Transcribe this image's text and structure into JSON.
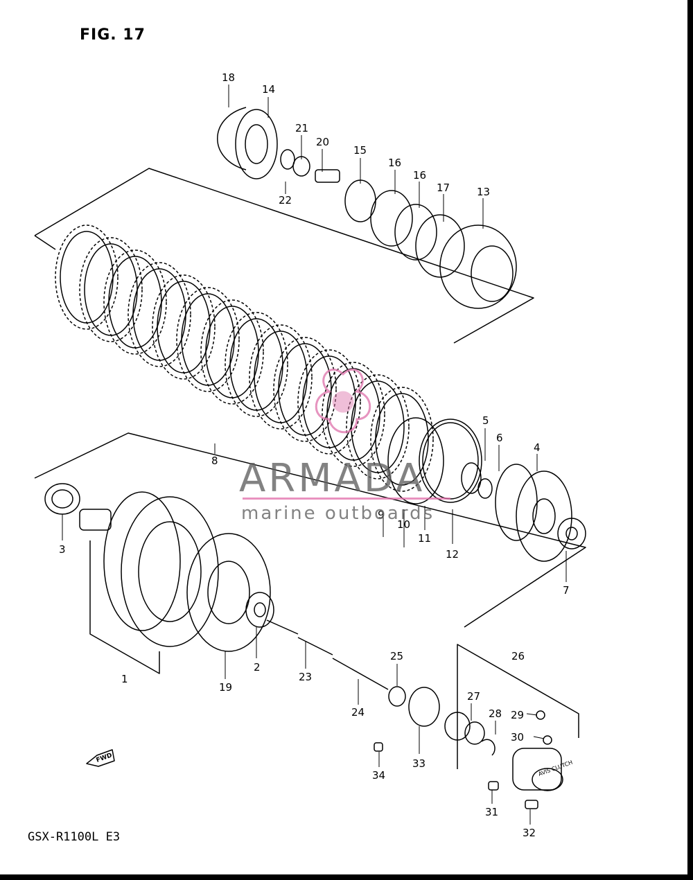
{
  "figure": {
    "title": "FIG. 17",
    "model": "GSX-R1100L E3"
  },
  "watermark": {
    "brand": "ARMADA",
    "tagline": "marine outboards",
    "color": "#e07ab0"
  },
  "fwd_arrow": {
    "label": "FWD"
  },
  "callouts": [
    "1",
    "2",
    "3",
    "4",
    "5",
    "6",
    "7",
    "8",
    "9",
    "10",
    "11",
    "12",
    "13",
    "14",
    "15",
    "16",
    "16",
    "17",
    "18",
    "19",
    "20",
    "21",
    "22",
    "23",
    "24",
    "25",
    "26",
    "27",
    "28",
    "29",
    "30",
    "31",
    "32",
    "33",
    "34"
  ],
  "part_label": {
    "text": "AVIS CLUTCH"
  }
}
